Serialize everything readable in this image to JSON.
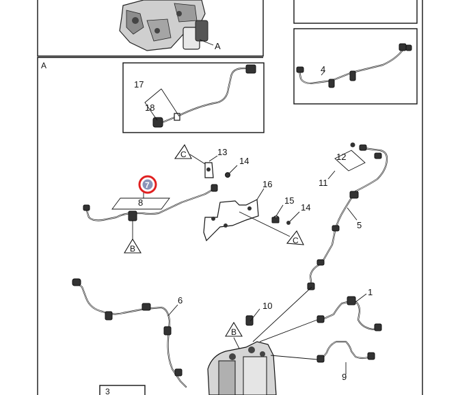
{
  "panel_labels": {
    "main": "A",
    "engine_pointer": "A",
    "inset_3": "3"
  },
  "callouts": {
    "c1": "1",
    "c4": "4",
    "c5": "5",
    "c6": "6",
    "c7": "7",
    "c8": "8",
    "c9": "9",
    "c10": "10",
    "c11": "11",
    "c12": "12",
    "c13": "13",
    "c14a": "14",
    "c14b": "14",
    "c15": "15",
    "c16": "16",
    "c17": "17",
    "c18": "18"
  },
  "view_markers": {
    "b_top": "B",
    "b_bottom": "B",
    "c_left": "C",
    "c_right": "C"
  },
  "highlight": {
    "callout": "7",
    "ring_color": "#e02020",
    "fill_color": "#8a94b8"
  }
}
